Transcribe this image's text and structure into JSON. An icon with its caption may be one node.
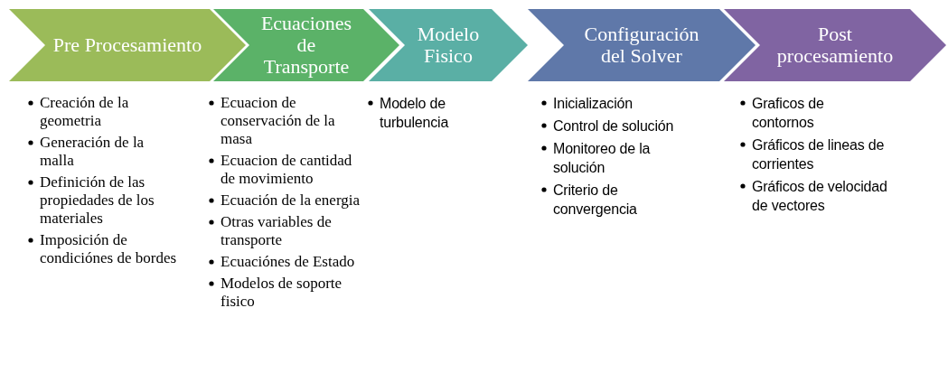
{
  "diagram": {
    "nodes": [
      {
        "text": [
          "Pre Procesamiento"
        ],
        "beside": [
          "Creación de la geometria",
          "Generación de la malla",
          "Definición de las propiedades de los materiales",
          "Imposición de condiciónes de bordes"
        ]
      },
      {
        "text": [
          "Ecuaciones de Transporte"
        ],
        "beside": [
          "Ecuacion de conservación de la masa",
          "Ecuacion de cantidad de movimiento",
          "Ecuación de la energia",
          "Otras variables de transporte",
          "Ecuaciónes de Estado",
          "Modelos de soporte fisico"
        ]
      },
      {
        "text": [
          "Modelo Fisico"
        ],
        "beside": [
          "Modelo de turbulencia"
        ]
      },
      {
        "text": [
          "Configuración del Solver"
        ],
        "beside": [
          "Inicialización",
          "Control de solución",
          "Monitoreo de la solución",
          "Criterio de convergencia"
        ]
      },
      {
        "text": [
          "Post procesamiento"
        ],
        "beside": [
          "Graficos de contornos",
          "Gráficos de lineas de corrientes",
          "Gráficos de velocidad de vectores"
        ]
      }
    ]
  }
}
